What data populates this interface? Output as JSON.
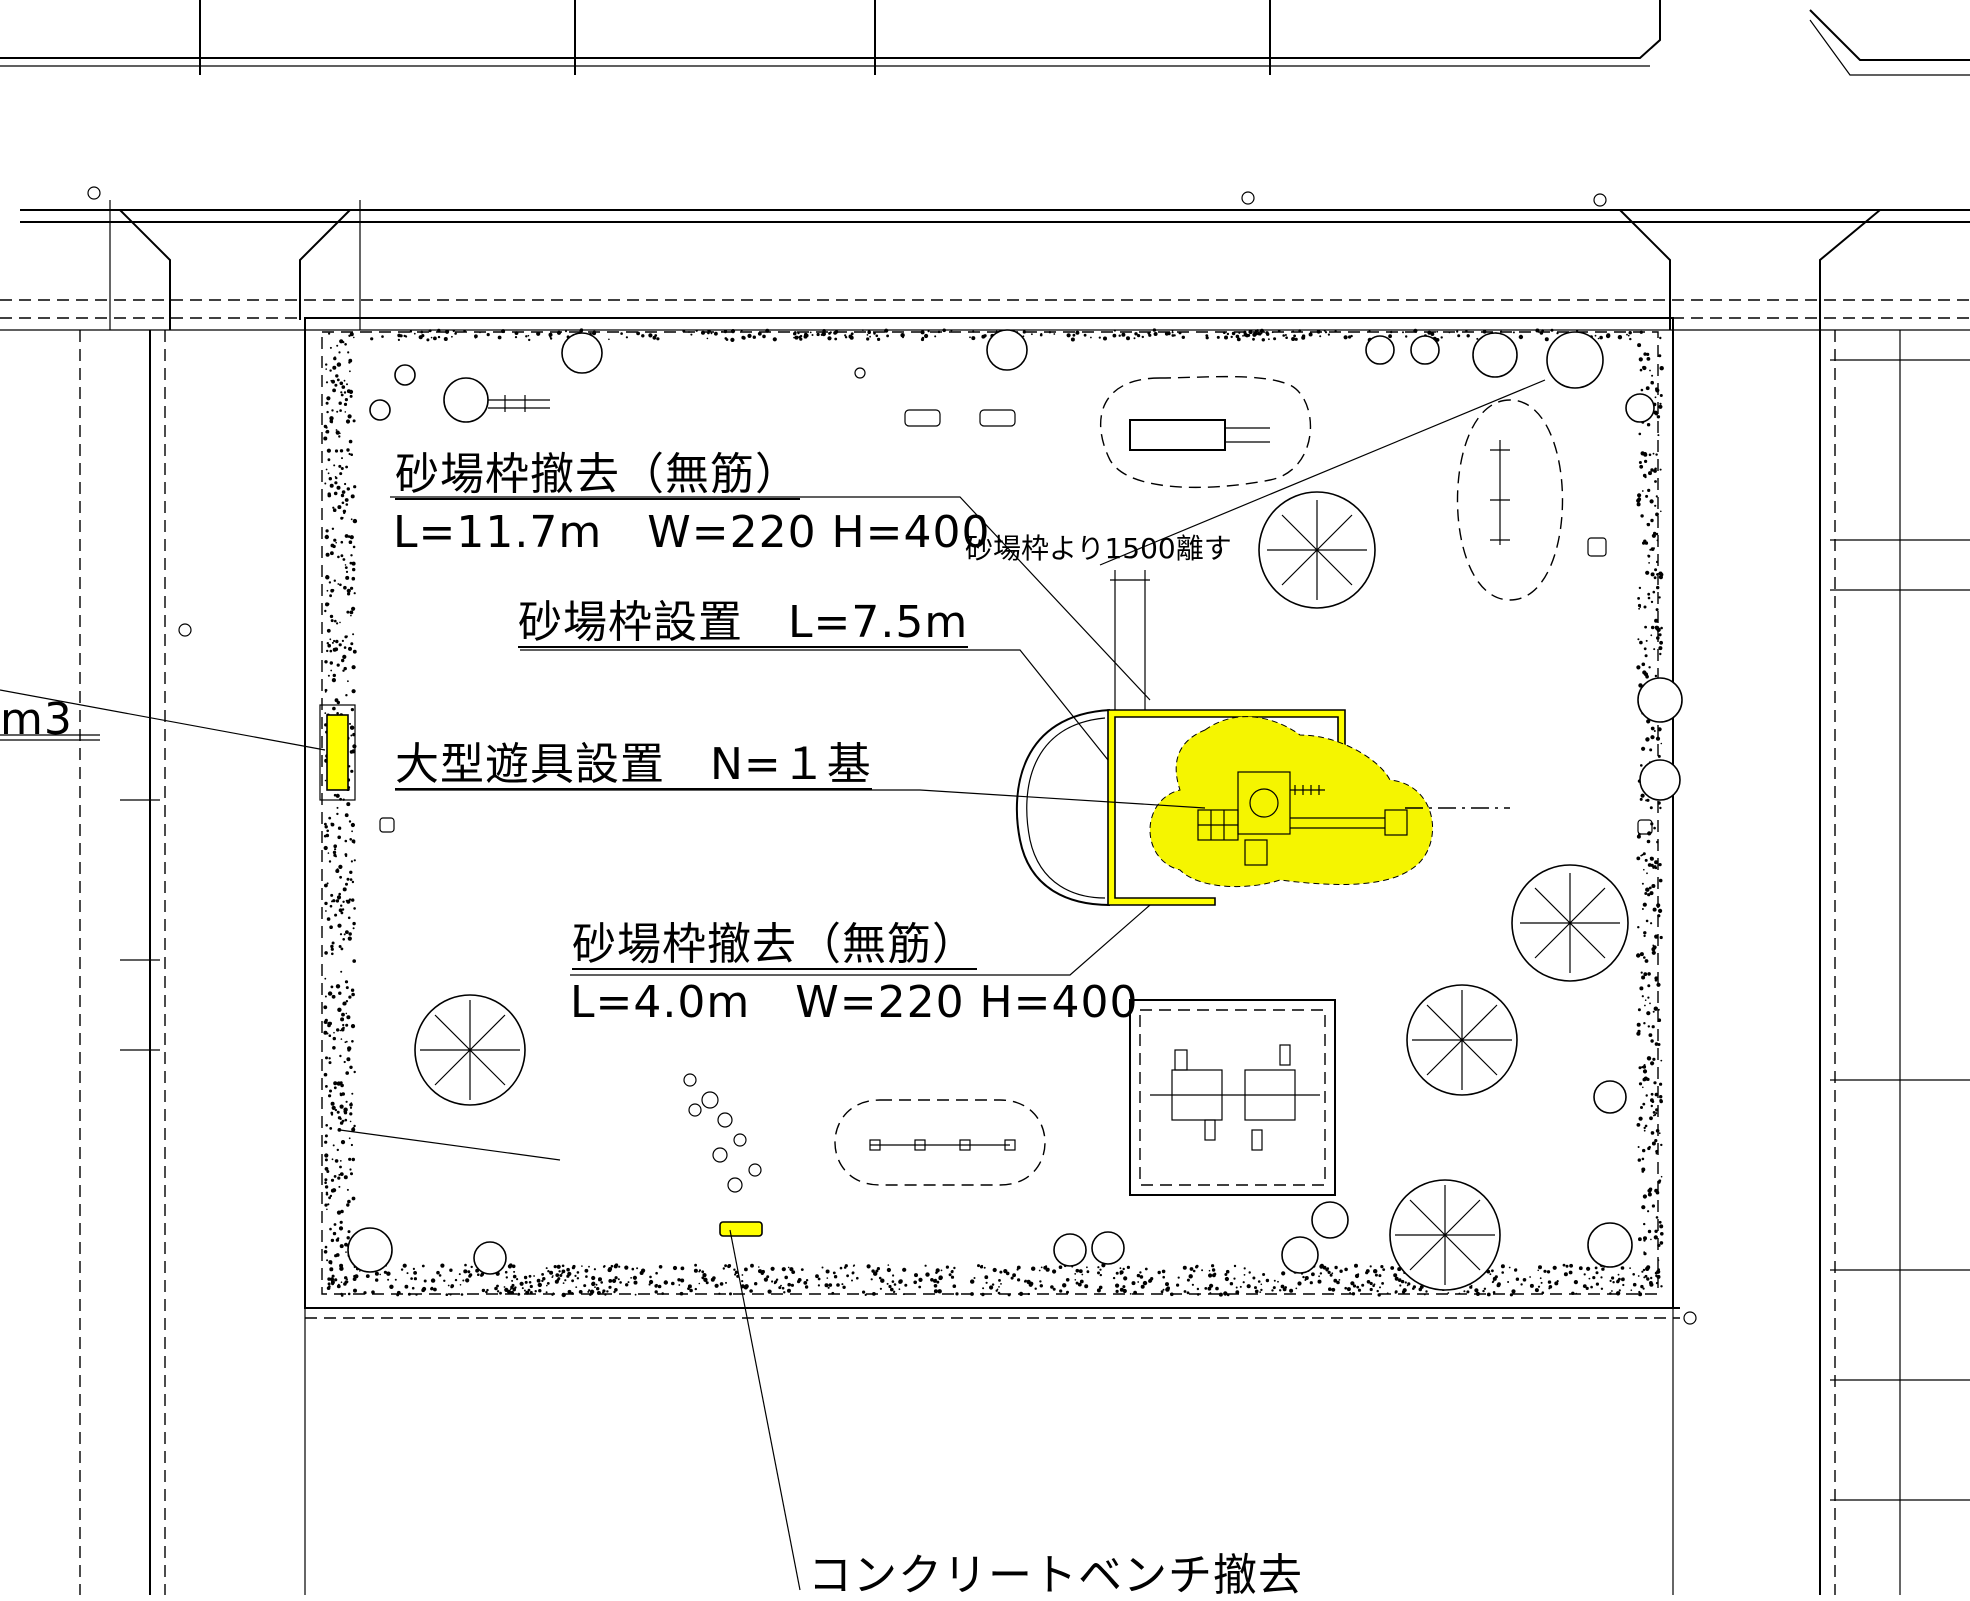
{
  "annotations": {
    "remove_frame_1_title": "砂場枠撤去（無筋）",
    "remove_frame_1_dims": "L=11.7m　W=220 H=400",
    "separation_note": "砂場枠より1500離す",
    "install_frame": "砂場枠設置　L=7.5m",
    "install_play_equipment": "大型遊具設置　N=１基",
    "remove_frame_2_title": "砂場枠撤去（無筋）",
    "remove_frame_2_dims": "L=4.0m　W=220 H=400",
    "remove_bench": "コンクリートベンチ撤去",
    "cut_off_left": "m3"
  },
  "colors": {
    "highlight": "#ffff00",
    "linework": "#000000"
  }
}
